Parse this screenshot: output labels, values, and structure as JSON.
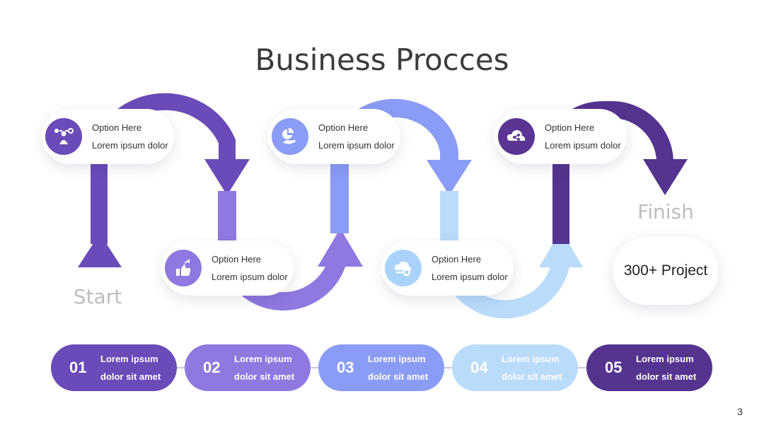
{
  "title": "Business Procces",
  "start_label": "Start",
  "finish_label": "Finish",
  "project_label": "300+ Project",
  "page_number": "3",
  "cards": [
    {
      "heading": "Option Here",
      "body": "Lorem ipsum dolor",
      "icon": "team-settings-icon",
      "color": "#6a4bb8"
    },
    {
      "heading": "Option Here",
      "body": "Lorem ipsum dolor",
      "icon": "growth-thumbs-up-icon",
      "color": "#8f78e0"
    },
    {
      "heading": "Option Here",
      "body": "Lorem ipsum dolor",
      "icon": "chart-hand-icon",
      "color": "#8a9cf5"
    },
    {
      "heading": "Option Here",
      "body": "Lorem ipsum dolor",
      "icon": "cloud-gear-icon",
      "color": "#a9d3fb"
    },
    {
      "heading": "Option Here",
      "body": "Lorem ipsum dolor",
      "icon": "cloud-share-icon",
      "color": "#5a3594"
    }
  ],
  "steps": [
    {
      "number": "01",
      "line1": "Lorem ipsum",
      "line2": "dolor sit amet",
      "color": "#6a4bb8"
    },
    {
      "number": "02",
      "line1": "Lorem ipsum",
      "line2": "dolor sit amet",
      "color": "#8f78e0"
    },
    {
      "number": "03",
      "line1": "Lorem ipsum",
      "line2": "dolor sit amet",
      "color": "#8a9cf5"
    },
    {
      "number": "04",
      "line1": "Lorem ipsum",
      "line2": "dolor sit amet",
      "color": "#b9dcfb"
    },
    {
      "number": "05",
      "line1": "Lorem ipsum",
      "line2": "dolor sit amet",
      "color": "#54348f"
    }
  ]
}
